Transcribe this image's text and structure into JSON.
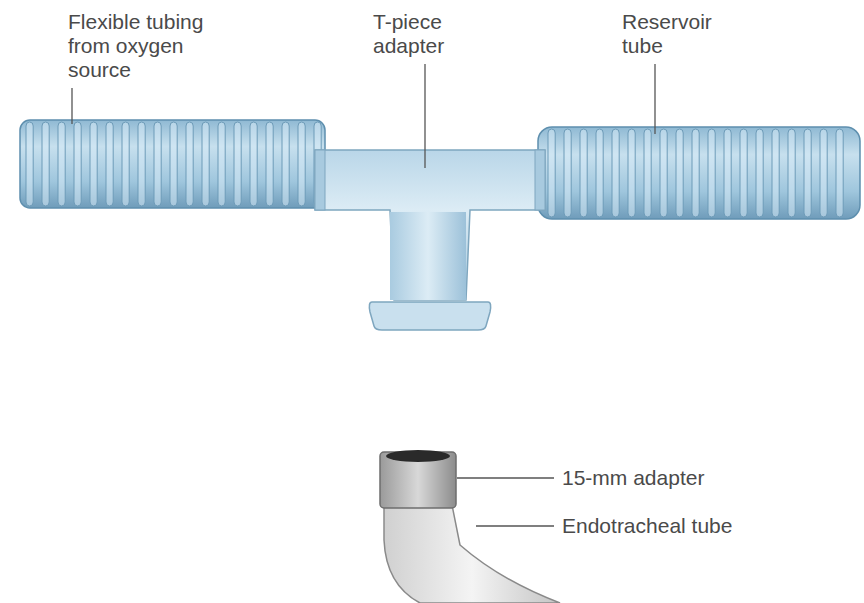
{
  "diagram": {
    "labels": [
      "Flexible tubing from oxygen source",
      "T-piece adapter",
      "Reservoir tube",
      "15-mm adapter",
      "Endotracheal tube"
    ]
  }
}
